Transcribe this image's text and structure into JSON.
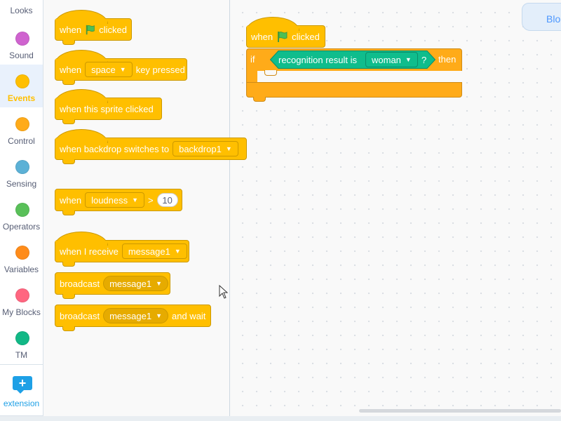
{
  "sidebar": {
    "partial_top": "Looks",
    "categories": [
      {
        "id": "sound",
        "label": "Sound",
        "color": "#cf63cf"
      },
      {
        "id": "events",
        "label": "Events",
        "color": "#ffbf00",
        "selected": true
      },
      {
        "id": "control",
        "label": "Control",
        "color": "#ffab19"
      },
      {
        "id": "sensing",
        "label": "Sensing",
        "color": "#5cb1d6"
      },
      {
        "id": "operators",
        "label": "Operators",
        "color": "#59c059"
      },
      {
        "id": "variables",
        "label": "Variables",
        "color": "#ff8c1a"
      },
      {
        "id": "myblocks",
        "label": "My Blocks",
        "color": "#ff6680"
      },
      {
        "id": "tm",
        "label": "TM",
        "color": "#12b886"
      }
    ],
    "extension_label": "extension"
  },
  "palette": {
    "when_flag": {
      "pre": "when",
      "post": "clicked"
    },
    "when_key": {
      "pre": "when",
      "key": "space",
      "post": "key pressed"
    },
    "when_sprite": {
      "text": "when this sprite clicked"
    },
    "when_backdrop": {
      "pre": "when backdrop switches to",
      "value": "backdrop1"
    },
    "when_loudness": {
      "pre": "when",
      "sensor": "loudness",
      "op": ">",
      "value": "10"
    },
    "when_receive": {
      "pre": "when I receive",
      "value": "message1"
    },
    "broadcast": {
      "pre": "broadcast",
      "value": "message1"
    },
    "broadcast_wait": {
      "pre": "broadcast",
      "value": "message1",
      "post": "and wait"
    }
  },
  "workspace": {
    "tab_label": "Blo",
    "hat": {
      "pre": "when",
      "post": "clicked"
    },
    "if_block": {
      "if_label": "if",
      "then_label": "then",
      "condition": {
        "text": "recognition result is",
        "value": "woman",
        "suffix": "?"
      }
    }
  },
  "colors": {
    "events": "#ffbf00",
    "control": "#ffab19",
    "tm": "#0fbd8c",
    "flag": "#4cbf56"
  }
}
